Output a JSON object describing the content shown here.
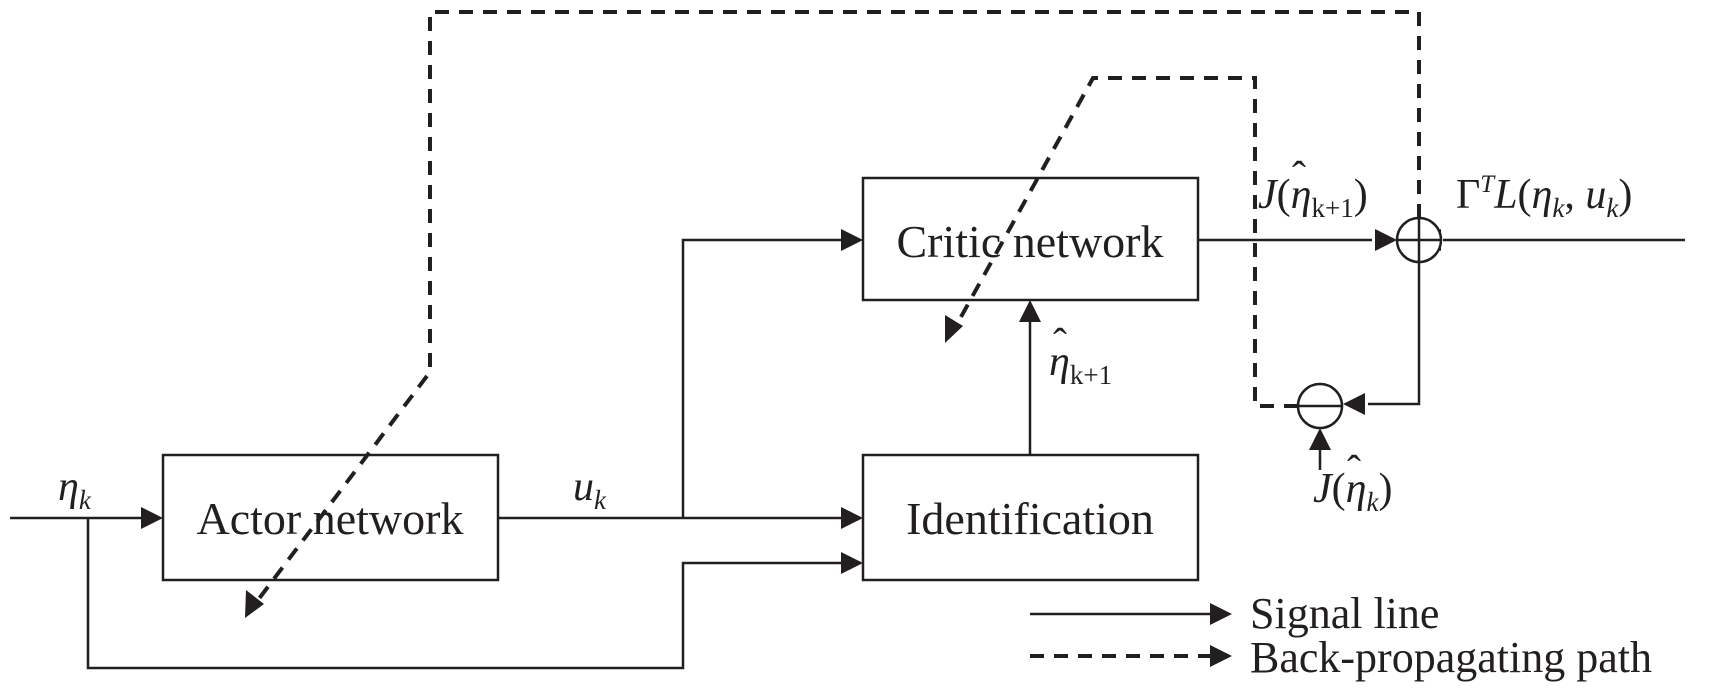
{
  "blocks": {
    "actor": "Actor network",
    "critic": "Critic network",
    "identification": "Identification"
  },
  "signals": {
    "eta": {
      "base": "η",
      "sub": "k"
    },
    "u": {
      "base": "u",
      "sub": "k"
    },
    "eta_hat_next": {
      "base": "η",
      "hat": "ˆ",
      "sub": "k+1"
    },
    "J_next": {
      "func": "J",
      "open": "(",
      "base": "η",
      "hat": "ˆ",
      "sub": "k+1",
      "close": ")"
    },
    "J_curr": {
      "func": "J",
      "open": "(",
      "base": "η",
      "hat": "ˆ",
      "sub": "k",
      "close": ")"
    },
    "cost": {
      "gamma": "Γ",
      "sup": "T",
      "func": "L",
      "open": "(",
      "eta": "η",
      "eta_sub": "k",
      "comma": ",",
      "u": "u",
      "u_sub": "k",
      "close": ")"
    }
  },
  "legend": {
    "signal": "Signal line",
    "backprop": "Back-propagating path"
  }
}
